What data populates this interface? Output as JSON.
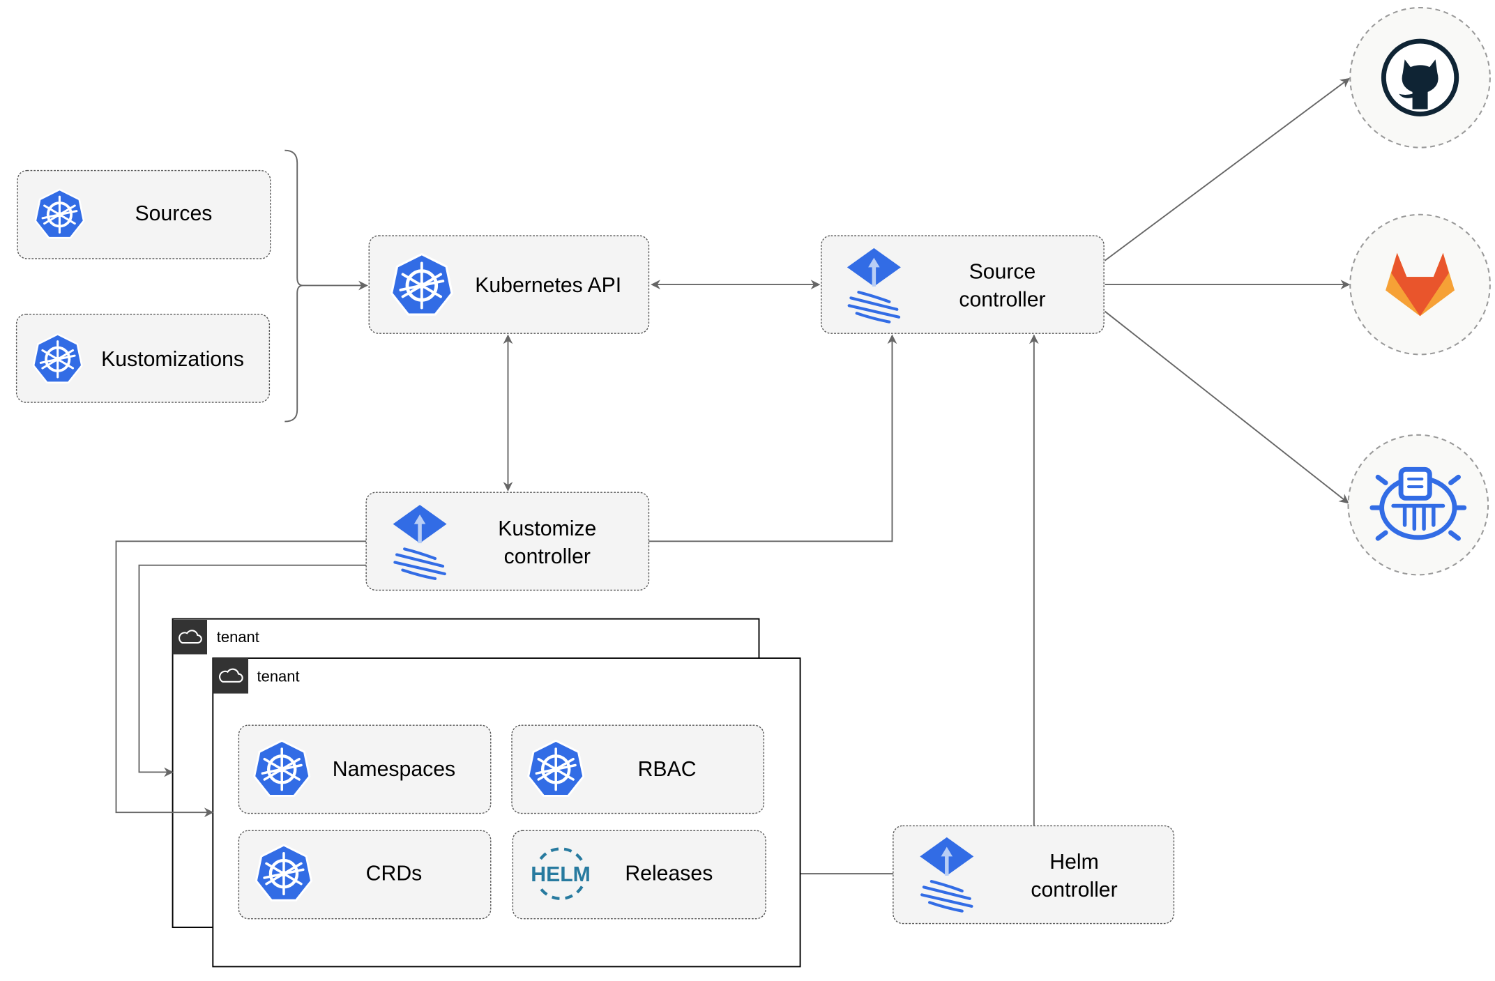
{
  "nodes": {
    "sources": {
      "label": "Sources",
      "icon": "kubernetes-icon"
    },
    "kustomizations": {
      "label": "Kustomizations",
      "icon": "kubernetes-icon"
    },
    "kubernetes_api": {
      "label": "Kubernetes API",
      "icon": "kubernetes-icon"
    },
    "source_controller": {
      "line1": "Source",
      "line2": "controller",
      "icon": "flux-icon"
    },
    "kustomize_controller": {
      "line1": "Kustomize",
      "line2": "controller",
      "icon": "flux-icon"
    },
    "helm_controller": {
      "line1": "Helm",
      "line2": "controller",
      "icon": "flux-icon"
    },
    "namespaces": {
      "label": "Namespaces",
      "icon": "kubernetes-icon"
    },
    "rbac": {
      "label": "RBAC",
      "icon": "kubernetes-icon"
    },
    "crds": {
      "label": "CRDs",
      "icon": "kubernetes-icon"
    },
    "releases": {
      "label": "Releases",
      "icon": "helm-icon",
      "icon_text": "HELM"
    }
  },
  "tenants": [
    {
      "label": "tenant",
      "icon": "cloud-icon"
    },
    {
      "label": "tenant",
      "icon": "cloud-icon"
    }
  ],
  "external": [
    {
      "name": "github",
      "icon": "github-icon"
    },
    {
      "name": "gitlab",
      "icon": "gitlab-icon"
    },
    {
      "name": "helm-repository",
      "icon": "helm-repository-icon"
    }
  ],
  "colors": {
    "kubernetes_blue": "#326ce5",
    "edge": "#666666",
    "box_fill": "#f4f4f4",
    "github": "#0f2434",
    "gitlab_red": "#e9552c",
    "gitlab_orange": "#f6a136",
    "helm_blue": "#277a9f"
  }
}
